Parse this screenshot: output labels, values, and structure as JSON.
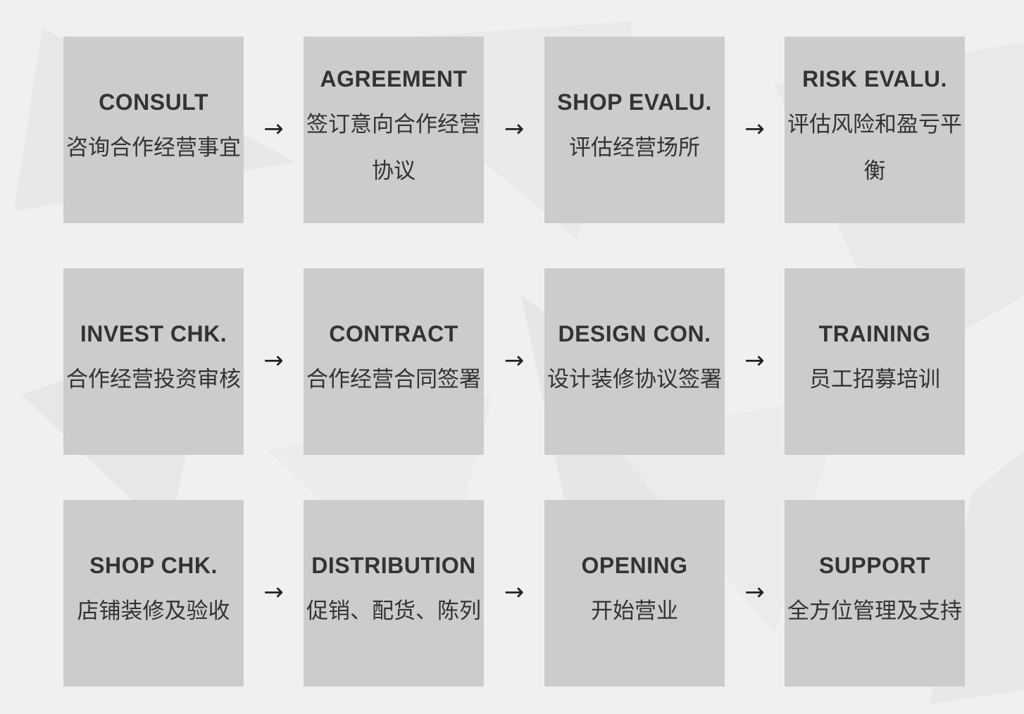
{
  "colors": {
    "background": "#f0f0f0",
    "box": "#cccccc",
    "text": "#333333",
    "arrow": "#222222"
  },
  "arrow_glyph": "→",
  "steps": [
    {
      "title": "CONSULT",
      "desc": "咨询合作经营事宜"
    },
    {
      "title": "AGREEMENT",
      "desc": "签订意向合作经营协议"
    },
    {
      "title": "SHOP EVALU.",
      "desc": "评估经营场所"
    },
    {
      "title": "RISK EVALU.",
      "desc": "评估风险和盈亏平衡"
    },
    {
      "title": "INVEST CHK.",
      "desc": "合作经营投资审核"
    },
    {
      "title": "CONTRACT",
      "desc": "合作经营合同签署"
    },
    {
      "title": "DESIGN CON.",
      "desc": "设计装修协议签署"
    },
    {
      "title": "TRAINING",
      "desc": "员工招募培训"
    },
    {
      "title": "SHOP CHK.",
      "desc": "店铺装修及验收"
    },
    {
      "title": "DISTRIBUTION",
      "desc": "促销、配货、陈列"
    },
    {
      "title": "OPENING",
      "desc": "开始营业"
    },
    {
      "title": "SUPPORT",
      "desc": "全方位管理及支持"
    }
  ]
}
